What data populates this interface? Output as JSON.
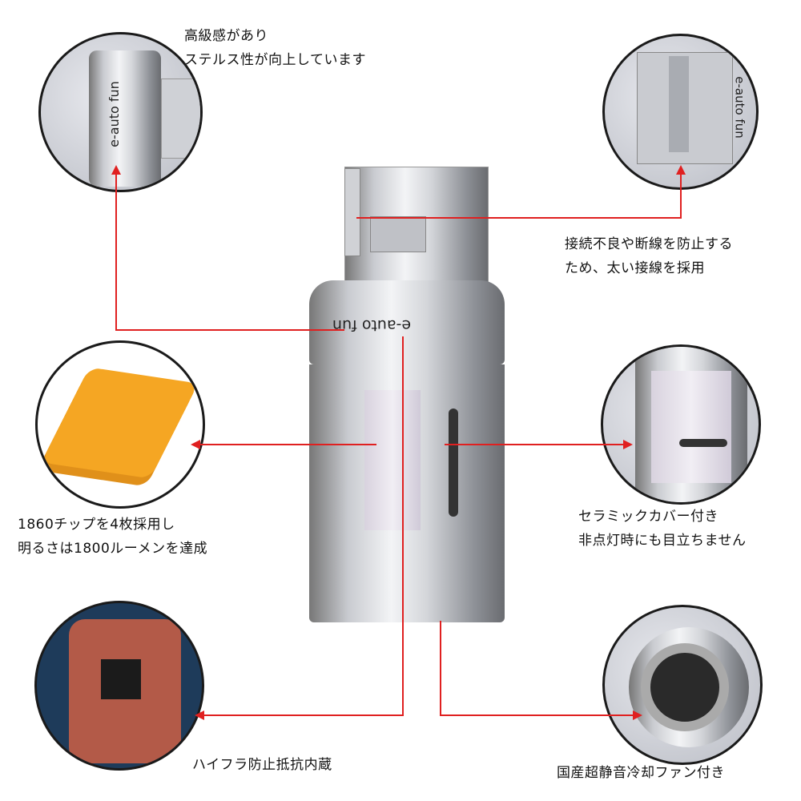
{
  "brand": "e-auto fun",
  "captions": {
    "stealth": [
      "高級感があり",
      "ステルス性が向上しています"
    ],
    "wire": [
      "接続不良や断線を防止する",
      "ため、太い接線を採用"
    ],
    "chip": [
      "1860チップを4枚採用し",
      "明るさは1800ルーメンを達成"
    ],
    "cover": [
      "セラミックカバー付き",
      "非点灯時にも目立ちません"
    ],
    "resistor": "ハイフラ防止抵抗内蔵",
    "fan": "国産超静音冷却ファン付き"
  },
  "colors": {
    "accent": "#e02020",
    "chip": "#f5a623"
  }
}
